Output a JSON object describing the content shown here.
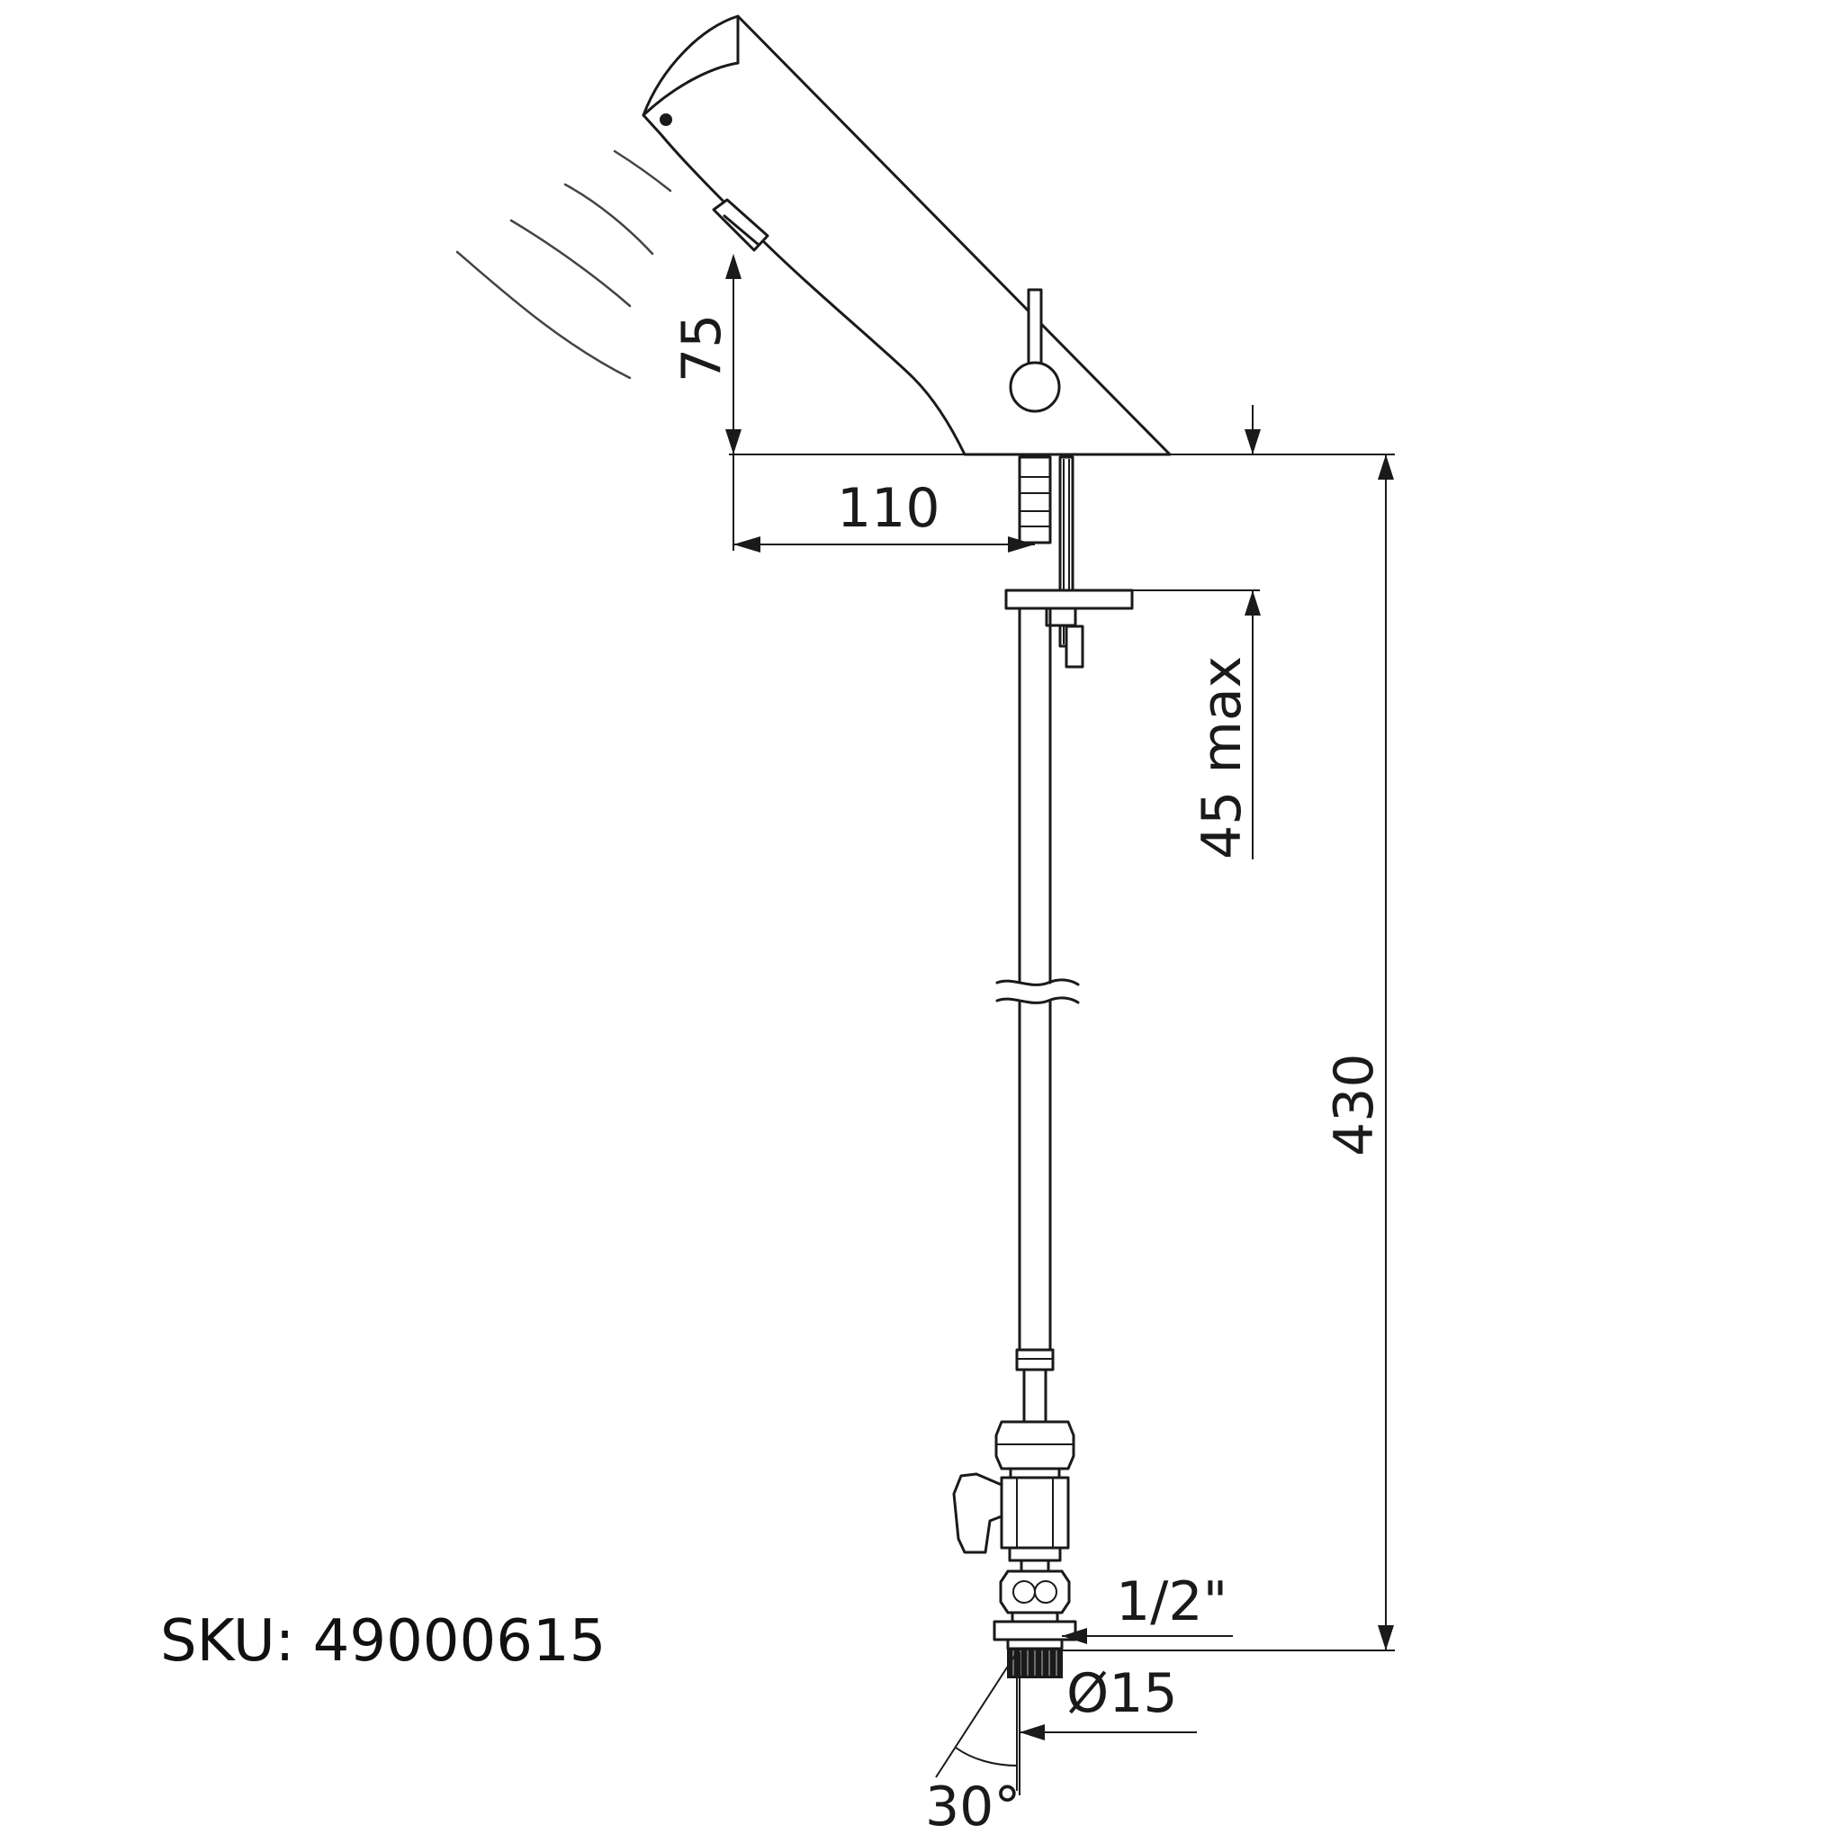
{
  "product": {
    "sku_label": "SKU: 49000615"
  },
  "dimensions": {
    "sensor_height": "75",
    "spout_reach": "110",
    "deck_thickness": "45 max",
    "overall_length": "430",
    "thread": "1/2\"",
    "pipe_diameter": "Ø15",
    "cone_angle": "30°"
  },
  "colors": {
    "line": "#1a1a1a",
    "background": "#ffffff"
  }
}
